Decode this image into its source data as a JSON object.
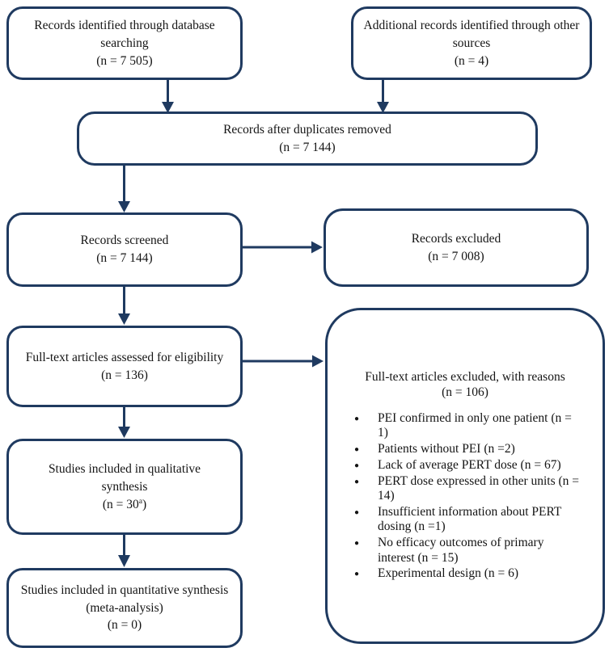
{
  "diagram": {
    "type": "prisma-flowchart",
    "colors": {
      "line": "#1f3a60",
      "text": "#141414",
      "background": "#ffffff"
    },
    "boxes": {
      "identified_db": {
        "title": "Records identified through database searching",
        "count": "(n = 7 505)"
      },
      "identified_other": {
        "title": "Additional records identified through other sources",
        "count": "(n = 4)"
      },
      "duplicates_removed": {
        "title": "Records after duplicates removed",
        "count": "(n = 7 144)"
      },
      "screened": {
        "title": "Records screened",
        "count": "(n = 7 144)"
      },
      "excluded": {
        "title": "Records excluded",
        "count": "(n = 7 008)"
      },
      "fulltext_assessed": {
        "title": "Full-text articles assessed for eligibility",
        "count": "(n = 136)"
      },
      "fulltext_excluded": {
        "title": "Full-text articles excluded, with reasons",
        "count": "(n = 106)",
        "reasons": [
          "PEI confirmed in only one patient (n = 1)",
          "Patients without PEI (n =2)",
          "Lack of average PERT dose (n = 67)",
          "PERT dose expressed in other units (n = 14)",
          "Insufficient information about PERT dosing (n =1)",
          "No efficacy outcomes of primary interest (n = 15)",
          "Experimental design (n = 6)"
        ],
        "bullet_glyph": "●"
      },
      "qualitative": {
        "title": "Studies included in qualitative synthesis",
        "count_prefix": "(n = 30",
        "count_sup": "a",
        "count_suffix": ")"
      },
      "quantitative": {
        "title": "Studies included in quantitative synthesis",
        "subtitle": "(meta-analysis)",
        "count": "(n = 0)"
      }
    }
  }
}
